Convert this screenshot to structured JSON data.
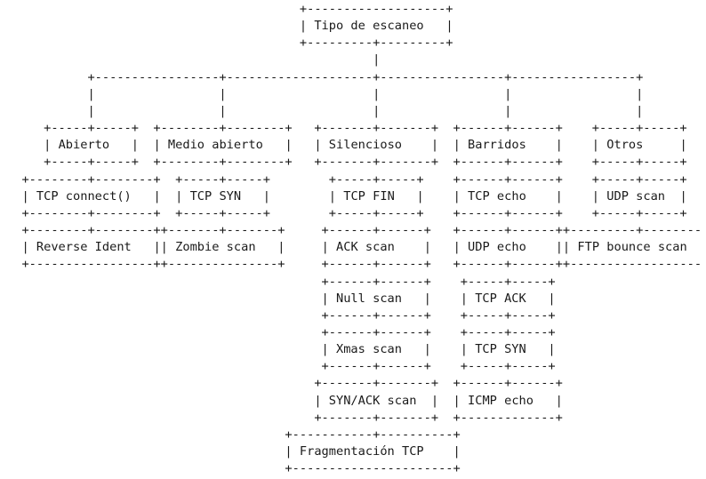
{
  "root": {
    "label": "Tipo de escaneo"
  },
  "categories": [
    {
      "label": "Abierto",
      "items": [
        "TCP connect()",
        "Reverse Ident"
      ]
    },
    {
      "label": "Medio abierto",
      "items": [
        "TCP SYN",
        "Zombie scan"
      ]
    },
    {
      "label": "Silencioso",
      "items": [
        "TCP FIN",
        "ACK scan",
        "Null scan",
        "Xmas scan",
        "SYN/ACK scan",
        "Fragmentación TCP"
      ]
    },
    {
      "label": "Barridos",
      "items": [
        "TCP echo",
        "UDP echo",
        "TCP ACK",
        "TCP SYN",
        "ICMP echo"
      ]
    },
    {
      "label": "Otros",
      "items": [
        "UDP scan",
        "FTP bounce scan"
      ]
    }
  ]
}
